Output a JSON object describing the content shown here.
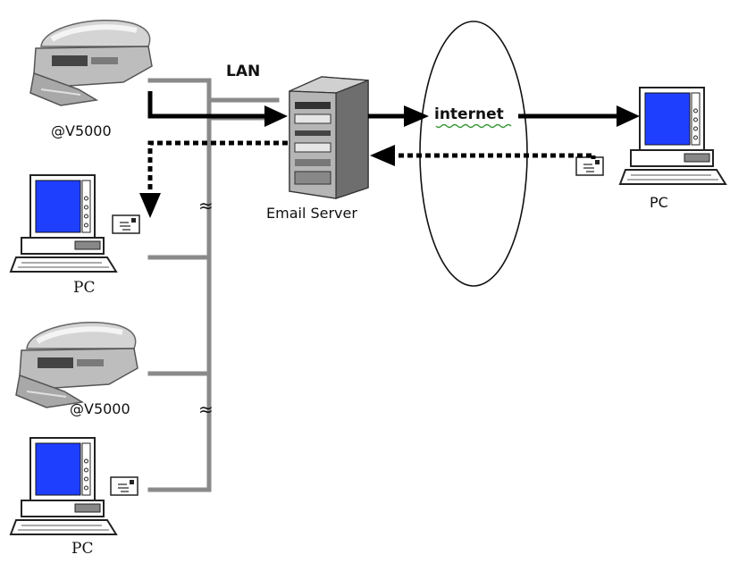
{
  "labels": {
    "lan": "LAN",
    "internet": "internet",
    "email_server": "Email Server",
    "scanner_top": "@V5000",
    "scanner_bottom": "@V5000",
    "pc_left_top": "PC",
    "pc_left_bottom": "PC",
    "pc_right": "PC",
    "break_top": "≈",
    "break_bottom": "≈"
  },
  "colors": {
    "lan_line": "#8a8a8a",
    "arrow": "#000000",
    "monitor_screen": "#1f3fff",
    "device_body": "#ffffff",
    "server_body": "#9a9a9a",
    "squiggle": "#3a9a3a"
  },
  "icons": [
    "scanner-icon",
    "pc-icon",
    "server-icon",
    "email-envelope-icon",
    "internet-cloud"
  ]
}
